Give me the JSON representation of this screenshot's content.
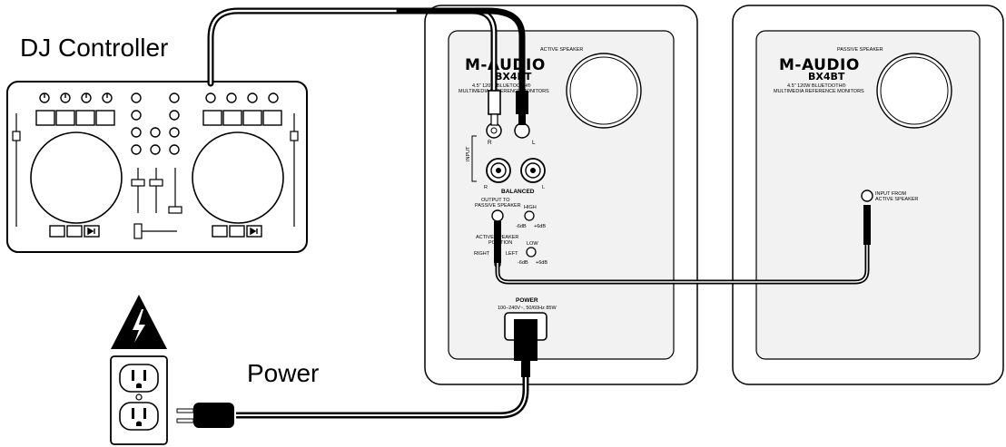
{
  "labels": {
    "dj_controller": "DJ Controller",
    "power": "Power"
  },
  "active_speaker": {
    "header": "ACTIVE SPEAKER",
    "brand": "M-AUDIO",
    "model": "BX4BT",
    "subline1": "4.5\" 120W BLUETOOTH®",
    "subline2": "MULTIMEDIA REFERENCE MONITORS",
    "input_label": "INPUT",
    "rca_r": "R",
    "rca_l": "L",
    "balanced_r": "R",
    "balanced_l": "L",
    "balanced_label": "BALANCED",
    "output_label_1": "OUTPUT TO",
    "output_label_2": "PASSIVE SPEAKER",
    "high_label": "HIGH",
    "high_min": "-6dB",
    "high_max": "+6dB",
    "position_label_1": "ACTIVE SPEAKER",
    "position_label_2": "POSITION",
    "right_label": "RIGHT",
    "left_label": "LEFT",
    "low_label": "LOW",
    "low_min": "-6dB",
    "low_max": "+6dB",
    "power_label": "POWER",
    "power_spec": "100–240V~, 50/60Hz 85W"
  },
  "passive_speaker": {
    "header": "PASSIVE SPEAKER",
    "brand": "M-AUDIO",
    "model": "BX4BT",
    "subline1": "4.5\" 120W BLUETOOTH®",
    "subline2": "MULTIMEDIA REFERENCE MONITORS",
    "input_label_1": "INPUT FROM",
    "input_label_2": "ACTIVE SPEAKER"
  },
  "colors": {
    "cable": "#000000",
    "cable_inner": "#ffffff",
    "panel_fill": "#f2f2f2",
    "warning": "#000000"
  }
}
